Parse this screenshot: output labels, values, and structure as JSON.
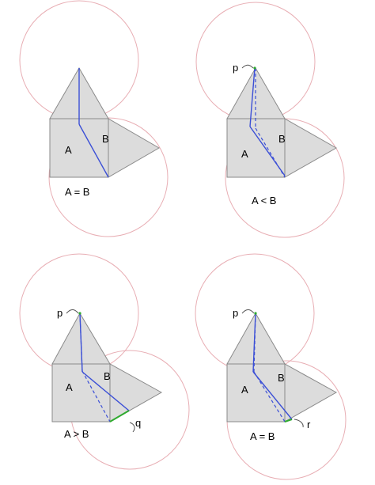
{
  "panels": [
    {
      "id": "top-left",
      "label_a": "A",
      "label_b": "B",
      "caption": "A = B",
      "point_label": "",
      "end_label": ""
    },
    {
      "id": "top-right",
      "label_a": "A",
      "label_b": "B",
      "caption": "A < B",
      "point_label": "p",
      "end_label": ""
    },
    {
      "id": "bottom-left",
      "label_a": "A",
      "label_b": "B",
      "caption": "A > B",
      "point_label": "p",
      "end_label": "q"
    },
    {
      "id": "bottom-right",
      "label_a": "A",
      "label_b": "B",
      "caption": "A = B",
      "point_label": "p",
      "end_label": "r"
    }
  ],
  "colors": {
    "shape_fill": "#dcdcdc",
    "shape_stroke": "#8a8a8a",
    "circle_stroke": "#e8aeb4",
    "path_line": "#3b4fd6",
    "extra_segment": "#2faa2f",
    "pointer": "#555555"
  }
}
